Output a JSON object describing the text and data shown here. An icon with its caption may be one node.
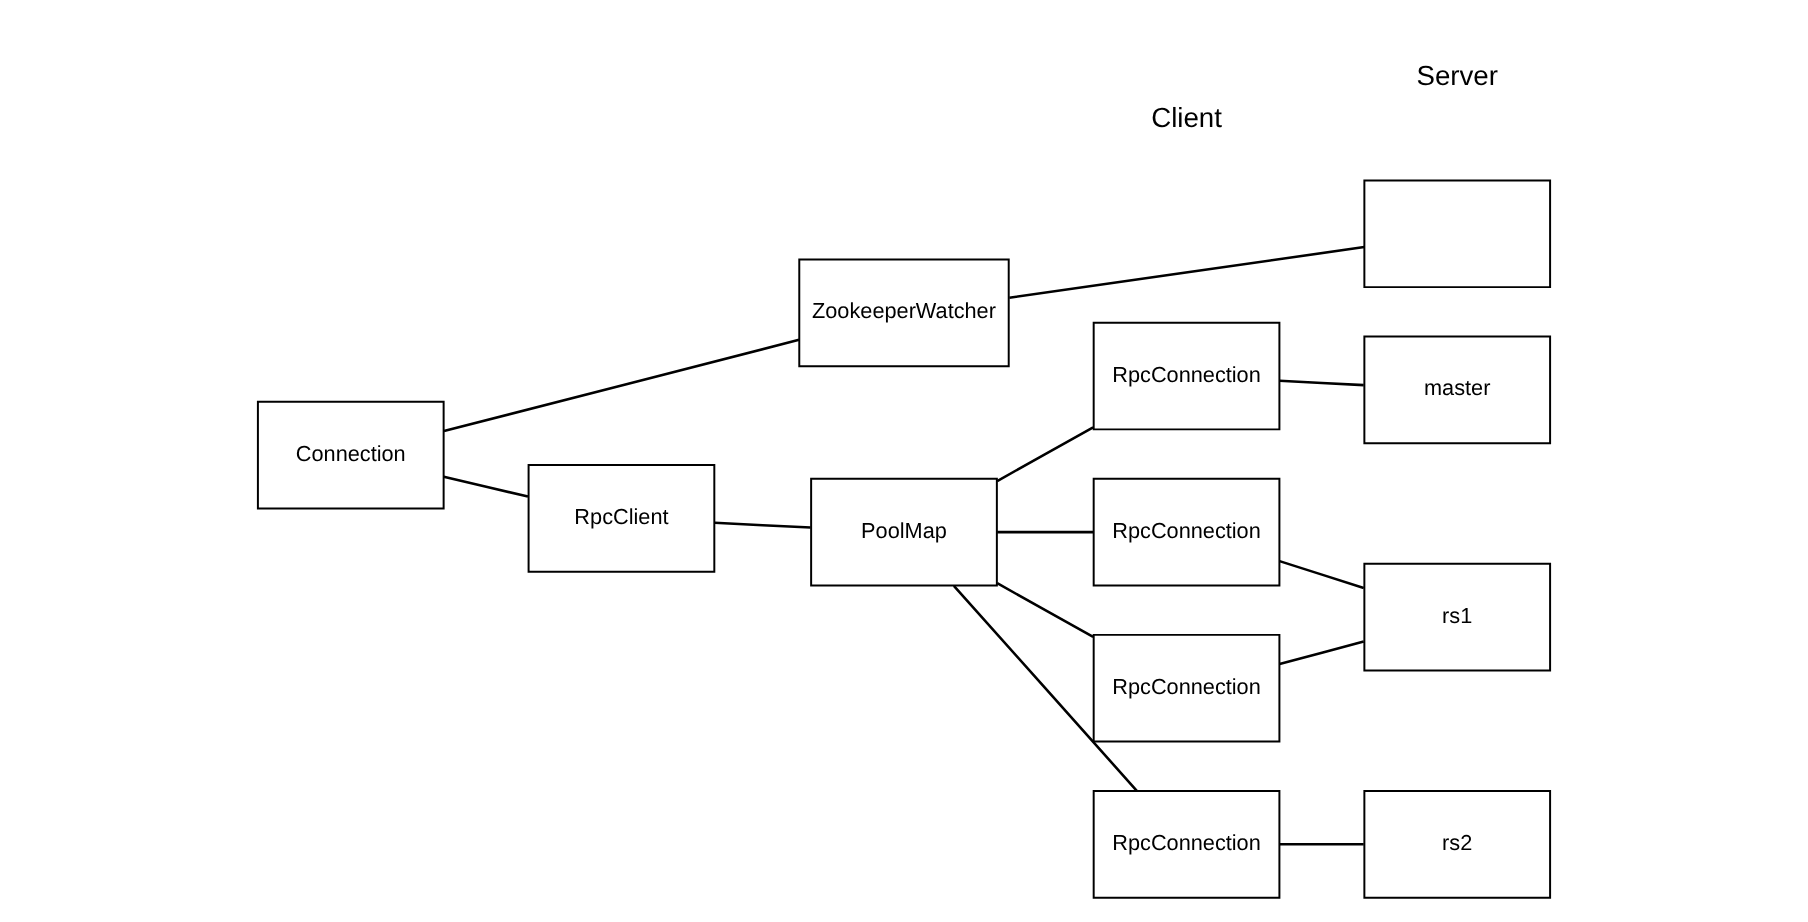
{
  "diagram": {
    "nodes": [
      {
        "text": [
          "Connection"
        ]
      },
      {
        "text": [
          "ZookeeperWatcher"
        ]
      },
      {
        "text": [
          "RpcClient"
        ]
      },
      {
        "text": [
          "PoolMap"
        ]
      },
      {
        "text": [
          "RpcConnection"
        ]
      },
      {
        "text": [
          "RpcConnection"
        ]
      },
      {
        "text": [
          "RpcConnection"
        ]
      },
      {
        "text": [
          "RpcConnection"
        ]
      },
      {
        "text": [],
        "shape": "box"
      },
      {
        "text": [
          "master"
        ]
      },
      {
        "text": [
          "rs1"
        ]
      },
      {
        "text": [
          "rs2"
        ]
      }
    ],
    "edges": [
      {
        "from": 0,
        "to": 1,
        "arrow": "none"
      },
      {
        "from": 0,
        "to": 2,
        "arrow": "none"
      },
      {
        "from": 1,
        "to": 8,
        "arrow": "none"
      },
      {
        "from": 2,
        "to": 3,
        "arrow": "none"
      },
      {
        "from": 3,
        "to": 4,
        "arrow": "none"
      },
      {
        "from": 3,
        "to": 5,
        "arrow": "none"
      },
      {
        "from": 3,
        "to": 6,
        "arrow": "none"
      },
      {
        "from": 3,
        "to": 7,
        "arrow": "none"
      },
      {
        "from": 4,
        "to": 9,
        "arrow": "none"
      },
      {
        "from": 5,
        "to": 10,
        "arrow": "none"
      },
      {
        "from": 6,
        "to": 10,
        "arrow": "none"
      },
      {
        "from": 7,
        "to": 11,
        "arrow": "none"
      }
    ],
    "labels": [
      "Client",
      "Server"
    ]
  }
}
